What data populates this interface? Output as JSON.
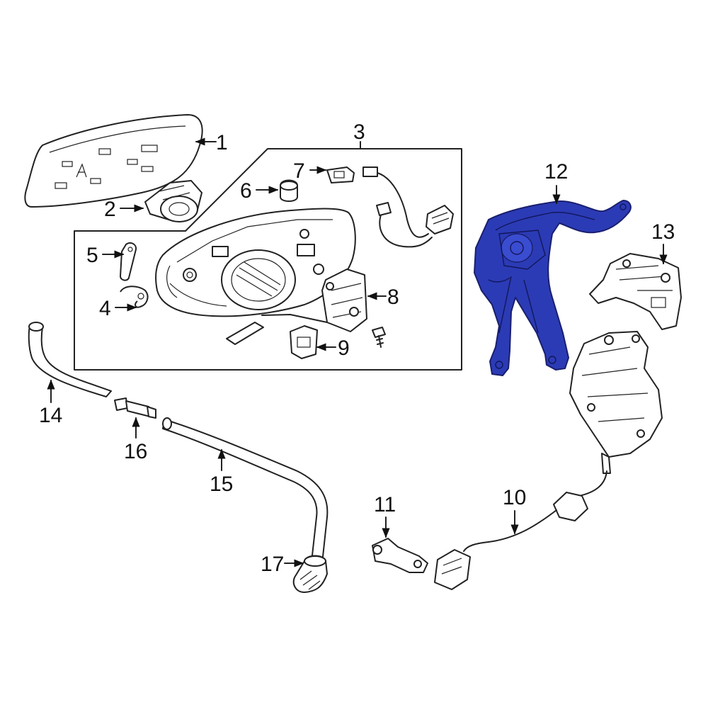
{
  "diagram": {
    "highlight_color": "#2b3bb5",
    "callouts": [
      {
        "id": "1",
        "label": "1"
      },
      {
        "id": "2",
        "label": "2"
      },
      {
        "id": "3",
        "label": "3"
      },
      {
        "id": "4",
        "label": "4"
      },
      {
        "id": "5",
        "label": "5"
      },
      {
        "id": "6",
        "label": "6"
      },
      {
        "id": "7",
        "label": "7"
      },
      {
        "id": "8",
        "label": "8"
      },
      {
        "id": "9",
        "label": "9"
      },
      {
        "id": "10",
        "label": "10"
      },
      {
        "id": "11",
        "label": "11"
      },
      {
        "id": "12",
        "label": "12"
      },
      {
        "id": "13",
        "label": "13"
      },
      {
        "id": "14",
        "label": "14"
      },
      {
        "id": "15",
        "label": "15"
      },
      {
        "id": "16",
        "label": "16"
      },
      {
        "id": "17",
        "label": "17"
      }
    ]
  }
}
